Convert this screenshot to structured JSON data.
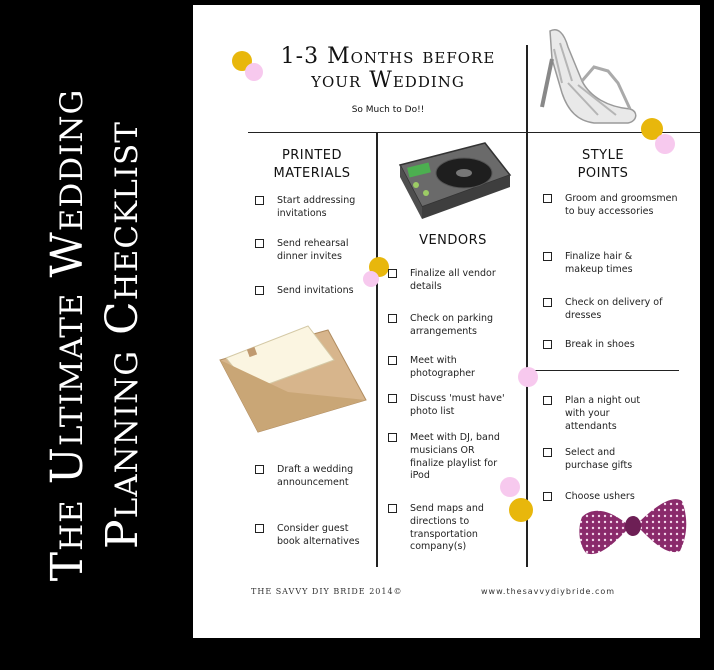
{
  "side_title": {
    "line1": "The Ultimate Wedding",
    "line2": "Planning Checklist"
  },
  "header": {
    "title_line1": "1-3 Months before",
    "title_line2": "your Wedding",
    "subtitle": "So Much to Do!!"
  },
  "columns": {
    "printed": {
      "heading_line1": "PRINTED",
      "heading_line2": "MATERIALS",
      "items": [
        "Start addressing invitations",
        "Send rehearsal dinner invites",
        "Send invitations",
        "Draft a wedding announcement",
        "Consider guest book alternatives"
      ]
    },
    "vendors": {
      "heading": "VENDORS",
      "items": [
        "Finalize all vendor details",
        "Check on parking arrangements",
        "Meet with photographer",
        "Discuss 'must have' photo list",
        "Meet with DJ, band musicians OR finalize playlist for iPod",
        "Send maps and directions to transportation company(s)"
      ]
    },
    "style": {
      "heading_line1": "STYLE",
      "heading_line2": "POINTS",
      "items": [
        "Groom and groomsmen to buy accessories",
        "Finalize hair & makeup times",
        "Check on delivery of dresses",
        "Break in shoes",
        "Plan a night out with your attendants",
        "Select and purchase gifts",
        "Choose ushers"
      ]
    }
  },
  "footer": {
    "left": "THE SAVVY DIY BRIDE 2014©",
    "right": "www.thesavvydiybride.com"
  },
  "colors": {
    "gold": "#e8b70c",
    "pink": "#f7c9ee",
    "purple": "#8a2a6b"
  }
}
